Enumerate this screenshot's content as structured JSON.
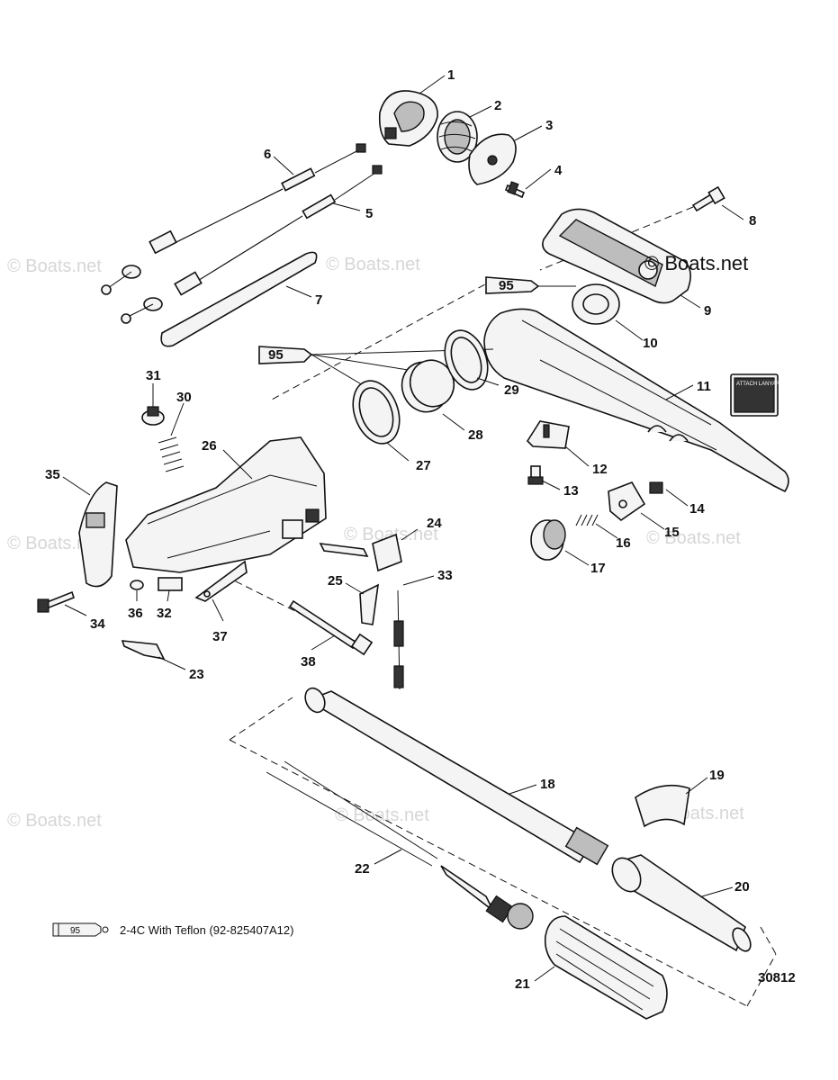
{
  "brand_text": "© Boats.net",
  "watermark_text": "© Boats.net",
  "tube_label": "95",
  "legend": {
    "icon_label": "95",
    "text": "2-4C With Teflon (92-825407A12)"
  },
  "figure_number": "30812",
  "callouts": [
    "1",
    "2",
    "3",
    "4",
    "5",
    "6",
    "7",
    "8",
    "9",
    "10",
    "11",
    "12",
    "13",
    "14",
    "15",
    "16",
    "17",
    "18",
    "19",
    "20",
    "21",
    "22",
    "23",
    "24",
    "25",
    "26",
    "27",
    "28",
    "29",
    "30",
    "31",
    "32",
    "33",
    "34",
    "35",
    "36",
    "37",
    "38"
  ]
}
